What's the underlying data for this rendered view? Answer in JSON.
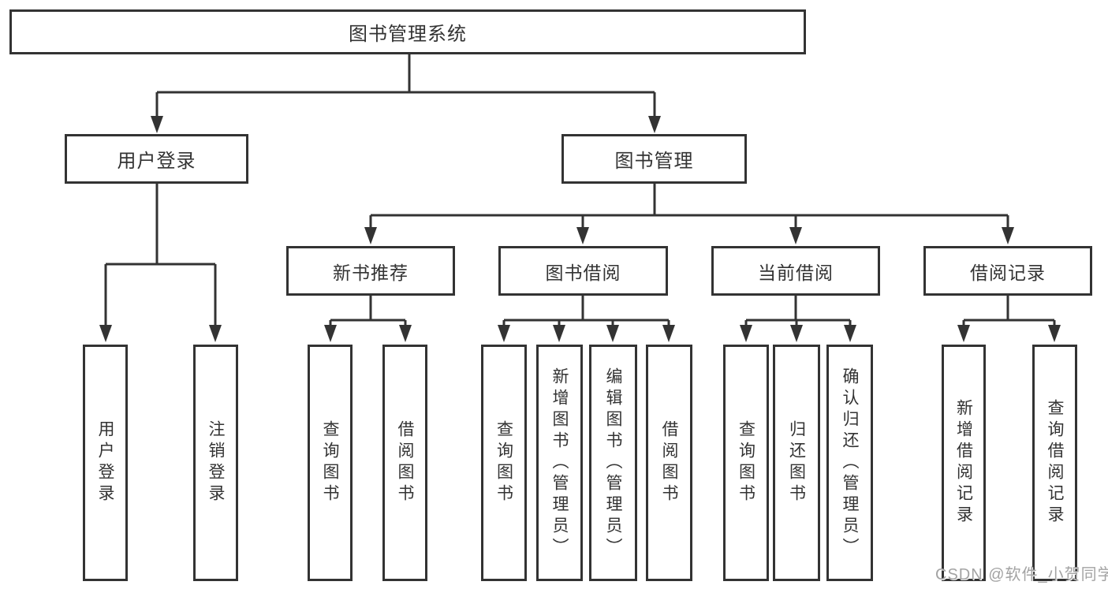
{
  "colors": {
    "line": "#333333",
    "text": "#333333",
    "box_background": "#ffffff",
    "page_background": "#ffffff",
    "watermark": "#a3a3a3"
  },
  "tree": {
    "root": {
      "label": "图书管理系统"
    },
    "level2": [
      {
        "label": "用户登录"
      },
      {
        "label": "图书管理"
      }
    ],
    "level3": [
      {
        "label": "新书推荐"
      },
      {
        "label": "图书借阅"
      },
      {
        "label": "当前借阅"
      },
      {
        "label": "借阅记录"
      }
    ],
    "leaves": {
      "user_login": [
        "用户登录",
        "注销登录"
      ],
      "new_books": [
        "查询图书",
        "借阅图书"
      ],
      "book_borrow": [
        "查询图书",
        "新增图书（管理员）",
        "编辑图书（管理员）",
        "借阅图书"
      ],
      "current_borrow": [
        "查询图书",
        "归还图书",
        "确认归还（管理员）"
      ],
      "borrow_records": [
        "新增借阅记录",
        "查询借阅记录"
      ]
    }
  },
  "watermark": "CSDN @软件_小贺同学"
}
